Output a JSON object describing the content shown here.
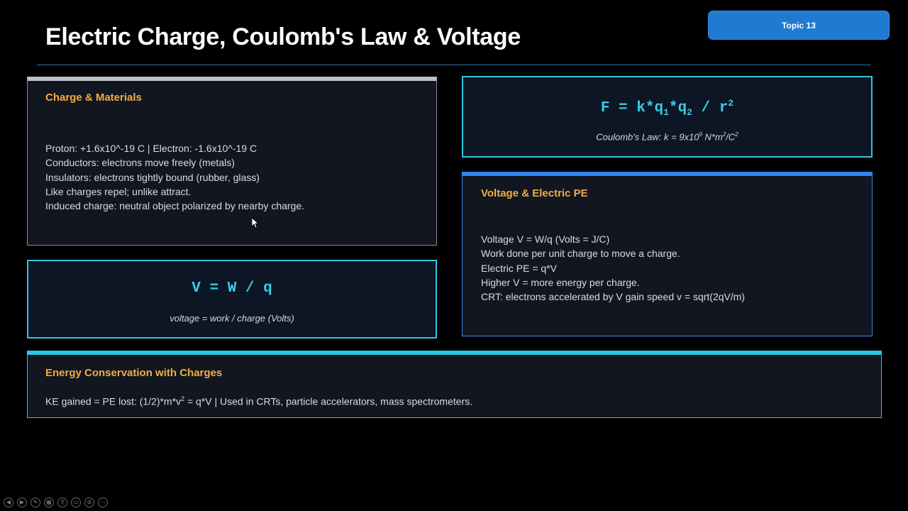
{
  "slide": {
    "title": "Electric Charge, Coulomb's Law & Voltage",
    "topic_badge": "Topic 13"
  },
  "charge_panel": {
    "heading": "Charge & Materials",
    "lines": [
      "Proton: +1.6x10^-19 C  |  Electron: -1.6x10^-19 C",
      "Conductors: electrons move freely (metals)",
      "Insulators: electrons tightly bound (rubber, glass)",
      "Like charges repel; unlike attract.",
      "Induced charge: neutral object polarized by nearby charge."
    ]
  },
  "coulomb_panel": {
    "formula_prefix": "F = k*q",
    "sub1": "1",
    "mid": "*q",
    "sub2": "2",
    "formula_suffix": " / r",
    "sup": "2",
    "caption_prefix": "Coulomb's Law: k = 9x10",
    "caption_exp": "9",
    "caption_mid": " N*m",
    "caption_exp2": "2",
    "caption_mid2": "/C",
    "caption_exp3": "2"
  },
  "voltage_panel": {
    "heading": "Voltage & Electric PE",
    "lines": [
      "Voltage V = W/q (Volts = J/C)",
      "Work done per unit charge to move a charge.",
      "Electric PE = q*V",
      "Higher V = more energy per charge.",
      "CRT: electrons accelerated by V gain speed v = sqrt(2qV/m)"
    ]
  },
  "vwq_panel": {
    "formula": "V = W / q",
    "caption": "voltage = work / charge (Volts)"
  },
  "energy_panel": {
    "heading": "Energy Conservation with Charges",
    "line_prefix": "KE gained = PE lost:  (1/2)*m*v",
    "line_exp": "2",
    "line_suffix": " = q*V  |  Used in CRTs, particle accelerators, mass spectrometers."
  },
  "toolbar": {
    "icons": [
      "previous-icon",
      "next-icon",
      "pen-icon",
      "slides-icon",
      "zoom-icon",
      "subtitles-icon",
      "camera-off-icon",
      "more-icon"
    ]
  }
}
